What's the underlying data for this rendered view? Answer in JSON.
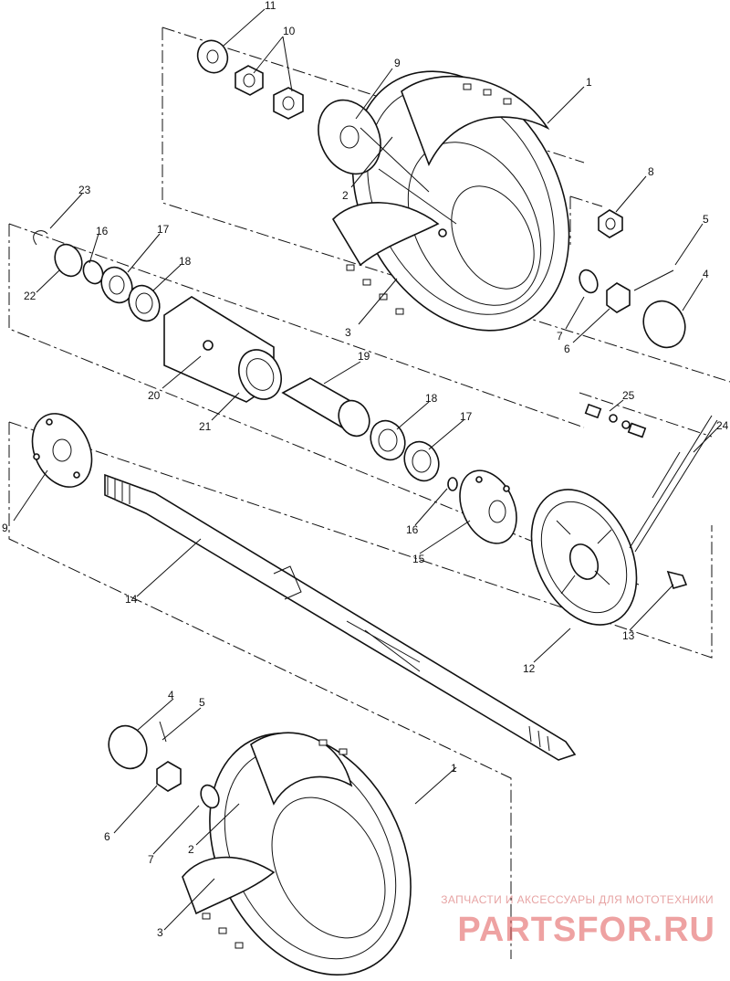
{
  "callouts": [
    {
      "id": "c11a",
      "text": "11"
    },
    {
      "id": "c10a",
      "text": "10"
    },
    {
      "id": "c9a",
      "text": "9"
    },
    {
      "id": "c1a",
      "text": "1"
    },
    {
      "id": "c2a",
      "text": "2"
    },
    {
      "id": "c8a",
      "text": "8"
    },
    {
      "id": "c5a",
      "text": "5"
    },
    {
      "id": "c4a",
      "text": "4"
    },
    {
      "id": "c7a",
      "text": "7"
    },
    {
      "id": "c6a",
      "text": "6"
    },
    {
      "id": "c3a",
      "text": "3"
    },
    {
      "id": "c23",
      "text": "23"
    },
    {
      "id": "c16a",
      "text": "16"
    },
    {
      "id": "c17a",
      "text": "17"
    },
    {
      "id": "c22",
      "text": "22"
    },
    {
      "id": "c18a",
      "text": "18"
    },
    {
      "id": "c20",
      "text": "20"
    },
    {
      "id": "c21",
      "text": "21"
    },
    {
      "id": "c19",
      "text": "19"
    },
    {
      "id": "c18b",
      "text": "18"
    },
    {
      "id": "c17b",
      "text": "17"
    },
    {
      "id": "c25",
      "text": "25"
    },
    {
      "id": "c24",
      "text": "24"
    },
    {
      "id": "c9b",
      "text": "9"
    },
    {
      "id": "c14",
      "text": "14"
    },
    {
      "id": "c16b",
      "text": "16"
    },
    {
      "id": "c15",
      "text": "15"
    },
    {
      "id": "c13",
      "text": "13"
    },
    {
      "id": "c12",
      "text": "12"
    },
    {
      "id": "c4b",
      "text": "4"
    },
    {
      "id": "c5b",
      "text": "5"
    },
    {
      "id": "c1b",
      "text": "1"
    },
    {
      "id": "c6b",
      "text": "6"
    },
    {
      "id": "c7b",
      "text": "7"
    },
    {
      "id": "c2b",
      "text": "2"
    },
    {
      "id": "c3b",
      "text": "3"
    }
  ],
  "watermark": {
    "tagline": "ЗАПЧАСТИ И АКСЕССУАРЫ ДЛЯ МОТОТЕХНИКИ",
    "logo": "PARTSFOR.RU",
    "color": "#e05555"
  }
}
